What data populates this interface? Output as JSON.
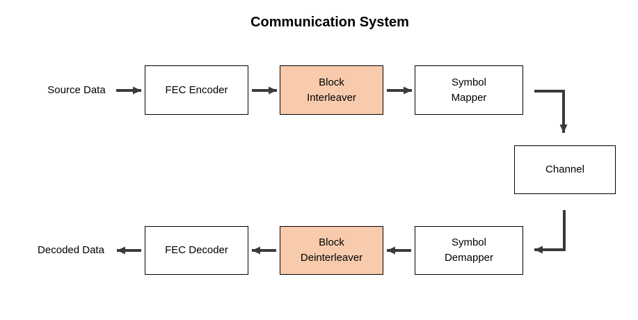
{
  "title": "Communication System",
  "labels": {
    "source": "Source Data",
    "decoded": "Decoded Data"
  },
  "blocks": {
    "fec_encoder": {
      "label": "FEC Encoder",
      "highlighted": false
    },
    "block_interleaver": {
      "label": "Block\nInterleaver",
      "highlighted": true
    },
    "symbol_mapper": {
      "label": "Symbol\nMapper",
      "highlighted": false
    },
    "channel": {
      "label": "Channel",
      "highlighted": false
    },
    "fec_decoder": {
      "label": "FEC Decoder",
      "highlighted": false
    },
    "block_deinterleaver": {
      "label": "Block\nDeinterleaver",
      "highlighted": true
    },
    "symbol_demapper": {
      "label": "Symbol\nDemapper",
      "highlighted": false
    }
  },
  "colors": {
    "highlight_fill": "#F8CBAD",
    "box_fill": "#FFFFFF",
    "box_border": "#000000",
    "arrow": "#3A3A3A",
    "text": "#000000"
  }
}
